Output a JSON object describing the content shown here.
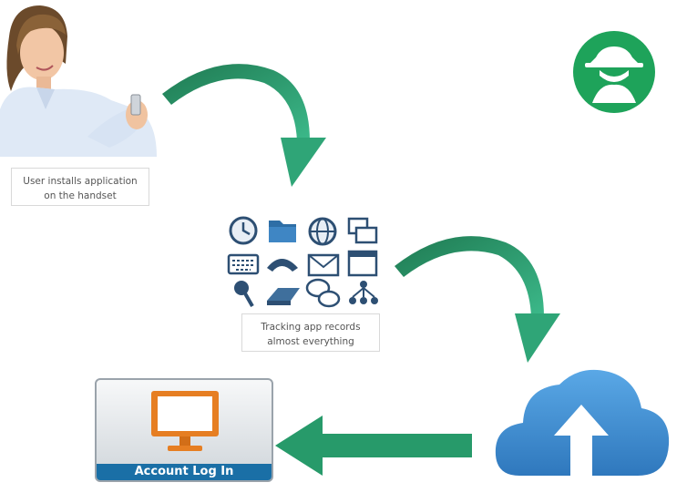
{
  "steps": [
    {
      "line1": "User installs application",
      "line2": "on the handset"
    },
    {
      "line1": "Tracking app records",
      "line2": "almost everything"
    }
  ],
  "account_label": "Account Log In",
  "icons": [
    "clock-icon",
    "folder-icon",
    "globe-icon",
    "windows-icon",
    "keyboard-icon",
    "phone-icon",
    "mail-icon",
    "browser-window-icon",
    "location-pin-icon",
    "storage-drive-icon",
    "chat-bubbles-icon",
    "network-icon"
  ],
  "colors": {
    "arrow_green": "#2a9c6c",
    "spy_badge": "#1ea35a",
    "cloud_blue": "#3f8fd2",
    "monitor_orange": "#e67e22",
    "account_bar": "#1a6fa6"
  }
}
